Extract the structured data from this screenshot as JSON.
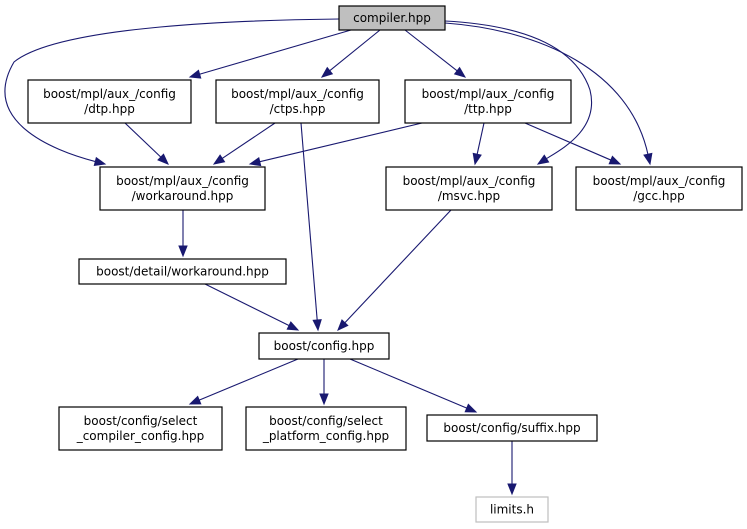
{
  "diagram": {
    "type": "include-dependency-graph",
    "colors": {
      "edge": "#191970",
      "root_fill": "#bfbfbf",
      "node_border": "#000000",
      "external_border": "#bfbfbf"
    },
    "nodes": [
      {
        "id": "compiler",
        "lines": [
          "compiler.hpp"
        ],
        "kind": "root"
      },
      {
        "id": "dtp",
        "lines": [
          "boost/mpl/aux_/config",
          "/dtp.hpp"
        ],
        "kind": "normal"
      },
      {
        "id": "ctps",
        "lines": [
          "boost/mpl/aux_/config",
          "/ctps.hpp"
        ],
        "kind": "normal"
      },
      {
        "id": "ttp",
        "lines": [
          "boost/mpl/aux_/config",
          "/ttp.hpp"
        ],
        "kind": "normal"
      },
      {
        "id": "mpl_workaround",
        "lines": [
          "boost/mpl/aux_/config",
          "/workaround.hpp"
        ],
        "kind": "normal"
      },
      {
        "id": "msvc",
        "lines": [
          "boost/mpl/aux_/config",
          "/msvc.hpp"
        ],
        "kind": "normal"
      },
      {
        "id": "gcc",
        "lines": [
          "boost/mpl/aux_/config",
          "/gcc.hpp"
        ],
        "kind": "normal"
      },
      {
        "id": "detail_workaround",
        "lines": [
          "boost/detail/workaround.hpp"
        ],
        "kind": "normal"
      },
      {
        "id": "config",
        "lines": [
          "boost/config.hpp"
        ],
        "kind": "normal"
      },
      {
        "id": "select_compiler",
        "lines": [
          "boost/config/select",
          "_compiler_config.hpp"
        ],
        "kind": "normal"
      },
      {
        "id": "select_platform",
        "lines": [
          "boost/config/select",
          "_platform_config.hpp"
        ],
        "kind": "normal"
      },
      {
        "id": "suffix",
        "lines": [
          "boost/config/suffix.hpp"
        ],
        "kind": "normal"
      },
      {
        "id": "limits",
        "lines": [
          "limits.h"
        ],
        "kind": "external"
      }
    ],
    "edges": [
      {
        "from": "compiler",
        "to": "dtp"
      },
      {
        "from": "compiler",
        "to": "ctps"
      },
      {
        "from": "compiler",
        "to": "ttp"
      },
      {
        "from": "compiler",
        "to": "mpl_workaround"
      },
      {
        "from": "compiler",
        "to": "msvc"
      },
      {
        "from": "compiler",
        "to": "gcc"
      },
      {
        "from": "dtp",
        "to": "mpl_workaround"
      },
      {
        "from": "ctps",
        "to": "mpl_workaround"
      },
      {
        "from": "ctps",
        "to": "config"
      },
      {
        "from": "ttp",
        "to": "mpl_workaround"
      },
      {
        "from": "ttp",
        "to": "msvc"
      },
      {
        "from": "ttp",
        "to": "gcc"
      },
      {
        "from": "mpl_workaround",
        "to": "detail_workaround"
      },
      {
        "from": "msvc",
        "to": "config"
      },
      {
        "from": "detail_workaround",
        "to": "config"
      },
      {
        "from": "config",
        "to": "select_compiler"
      },
      {
        "from": "config",
        "to": "select_platform"
      },
      {
        "from": "config",
        "to": "suffix"
      },
      {
        "from": "suffix",
        "to": "limits"
      }
    ]
  }
}
